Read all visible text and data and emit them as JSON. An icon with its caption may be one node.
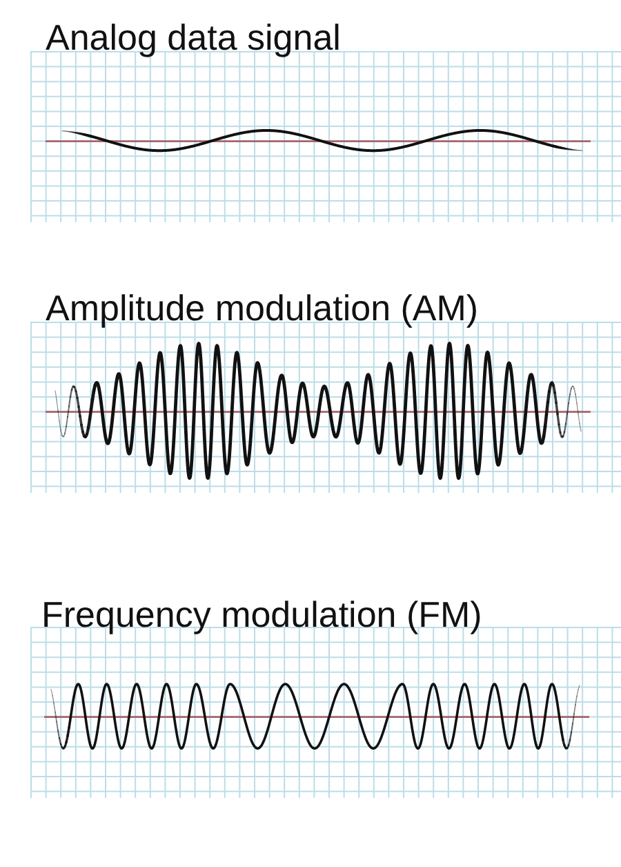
{
  "diagram": {
    "labels": [
      "Analog data signal",
      "Amplitude modulation (AM)",
      "Frequency modulation (FM)"
    ]
  }
}
